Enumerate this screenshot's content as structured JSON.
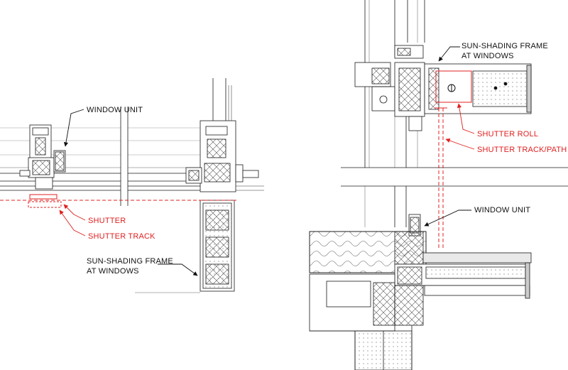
{
  "plan_view": {
    "labels": {
      "window_unit": "WINDOW UNIT",
      "shutter": "SHUTTER",
      "shutter_track": "SHUTTER TRACK",
      "sun_frame_1": "SUN-SHADING FRAME",
      "sun_frame_2": "AT WINDOWS"
    }
  },
  "section_view": {
    "labels": {
      "sun_frame_1": "SUN-SHADING FRAME",
      "sun_frame_2": "AT WINDOWS",
      "shutter_roll": "SHUTTER ROLL",
      "shutter_track_path": "SHUTTER TRACK/PATH",
      "window_unit": "WINDOW UNIT"
    }
  },
  "colors": {
    "linework": "#1a1a1a",
    "annotation_red": "#e02020",
    "hatch": "#555555",
    "fill_gray": "#e9e9e9"
  }
}
